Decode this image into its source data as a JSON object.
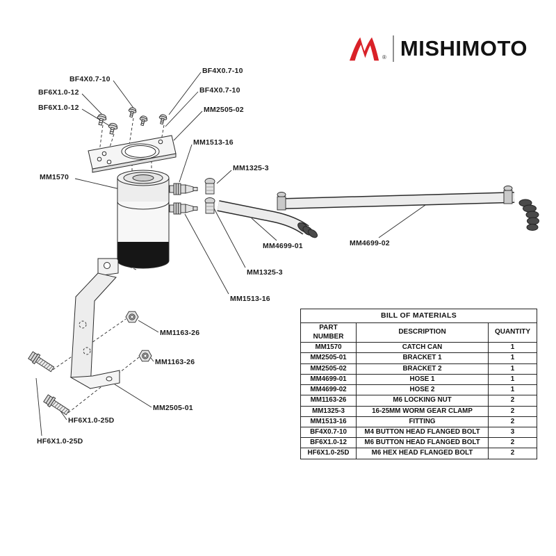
{
  "logo": {
    "brand": "MISHIMOTO",
    "registered": "®",
    "accent_color": "#d92128"
  },
  "callouts": [
    {
      "label": "BF4X0.7-10"
    },
    {
      "label": "BF4X0.7-10"
    },
    {
      "label": "BF6X1.0-12"
    },
    {
      "label": "BF4X0.7-10"
    },
    {
      "label": "BF6X1.0-12"
    },
    {
      "label": "MM2505-02"
    },
    {
      "label": "MM1513-16"
    },
    {
      "label": "MM1325-3"
    },
    {
      "label": "MM1570"
    },
    {
      "label": "MM4699-01"
    },
    {
      "label": "MM4699-02"
    },
    {
      "label": "MM1325-3"
    },
    {
      "label": "MM1513-16"
    },
    {
      "label": "MM1163-26"
    },
    {
      "label": "MM1163-26"
    },
    {
      "label": "MM2505-01"
    },
    {
      "label": "HF6X1.0-25D"
    },
    {
      "label": "HF6X1.0-25D"
    }
  ],
  "bom": {
    "title": "BILL OF MATERIALS",
    "headers": [
      "PART NUMBER",
      "DESCRIPTION",
      "QUANTITY"
    ],
    "rows": [
      [
        "MM1570",
        "CATCH CAN",
        "1"
      ],
      [
        "MM2505-01",
        "BRACKET 1",
        "1"
      ],
      [
        "MM2505-02",
        "BRACKET 2",
        "1"
      ],
      [
        "MM4699-01",
        "HOSE 1",
        "1"
      ],
      [
        "MM4699-02",
        "HOSE 2",
        "1"
      ],
      [
        "MM1163-26",
        "M6 LOCKING NUT",
        "2"
      ],
      [
        "MM1325-3",
        "16-25MM WORM GEAR CLAMP",
        "2"
      ],
      [
        "MM1513-16",
        "FITTING",
        "2"
      ],
      [
        "BF4X0.7-10",
        "M4 BUTTON HEAD FLANGED BOLT",
        "3"
      ],
      [
        "BF6X1.0-12",
        "M6 BUTTON HEAD FLANGED BOLT",
        "2"
      ],
      [
        "HF6X1.0-25D",
        "M6 HEX HEAD FLANGED BOLT",
        "2"
      ]
    ]
  }
}
